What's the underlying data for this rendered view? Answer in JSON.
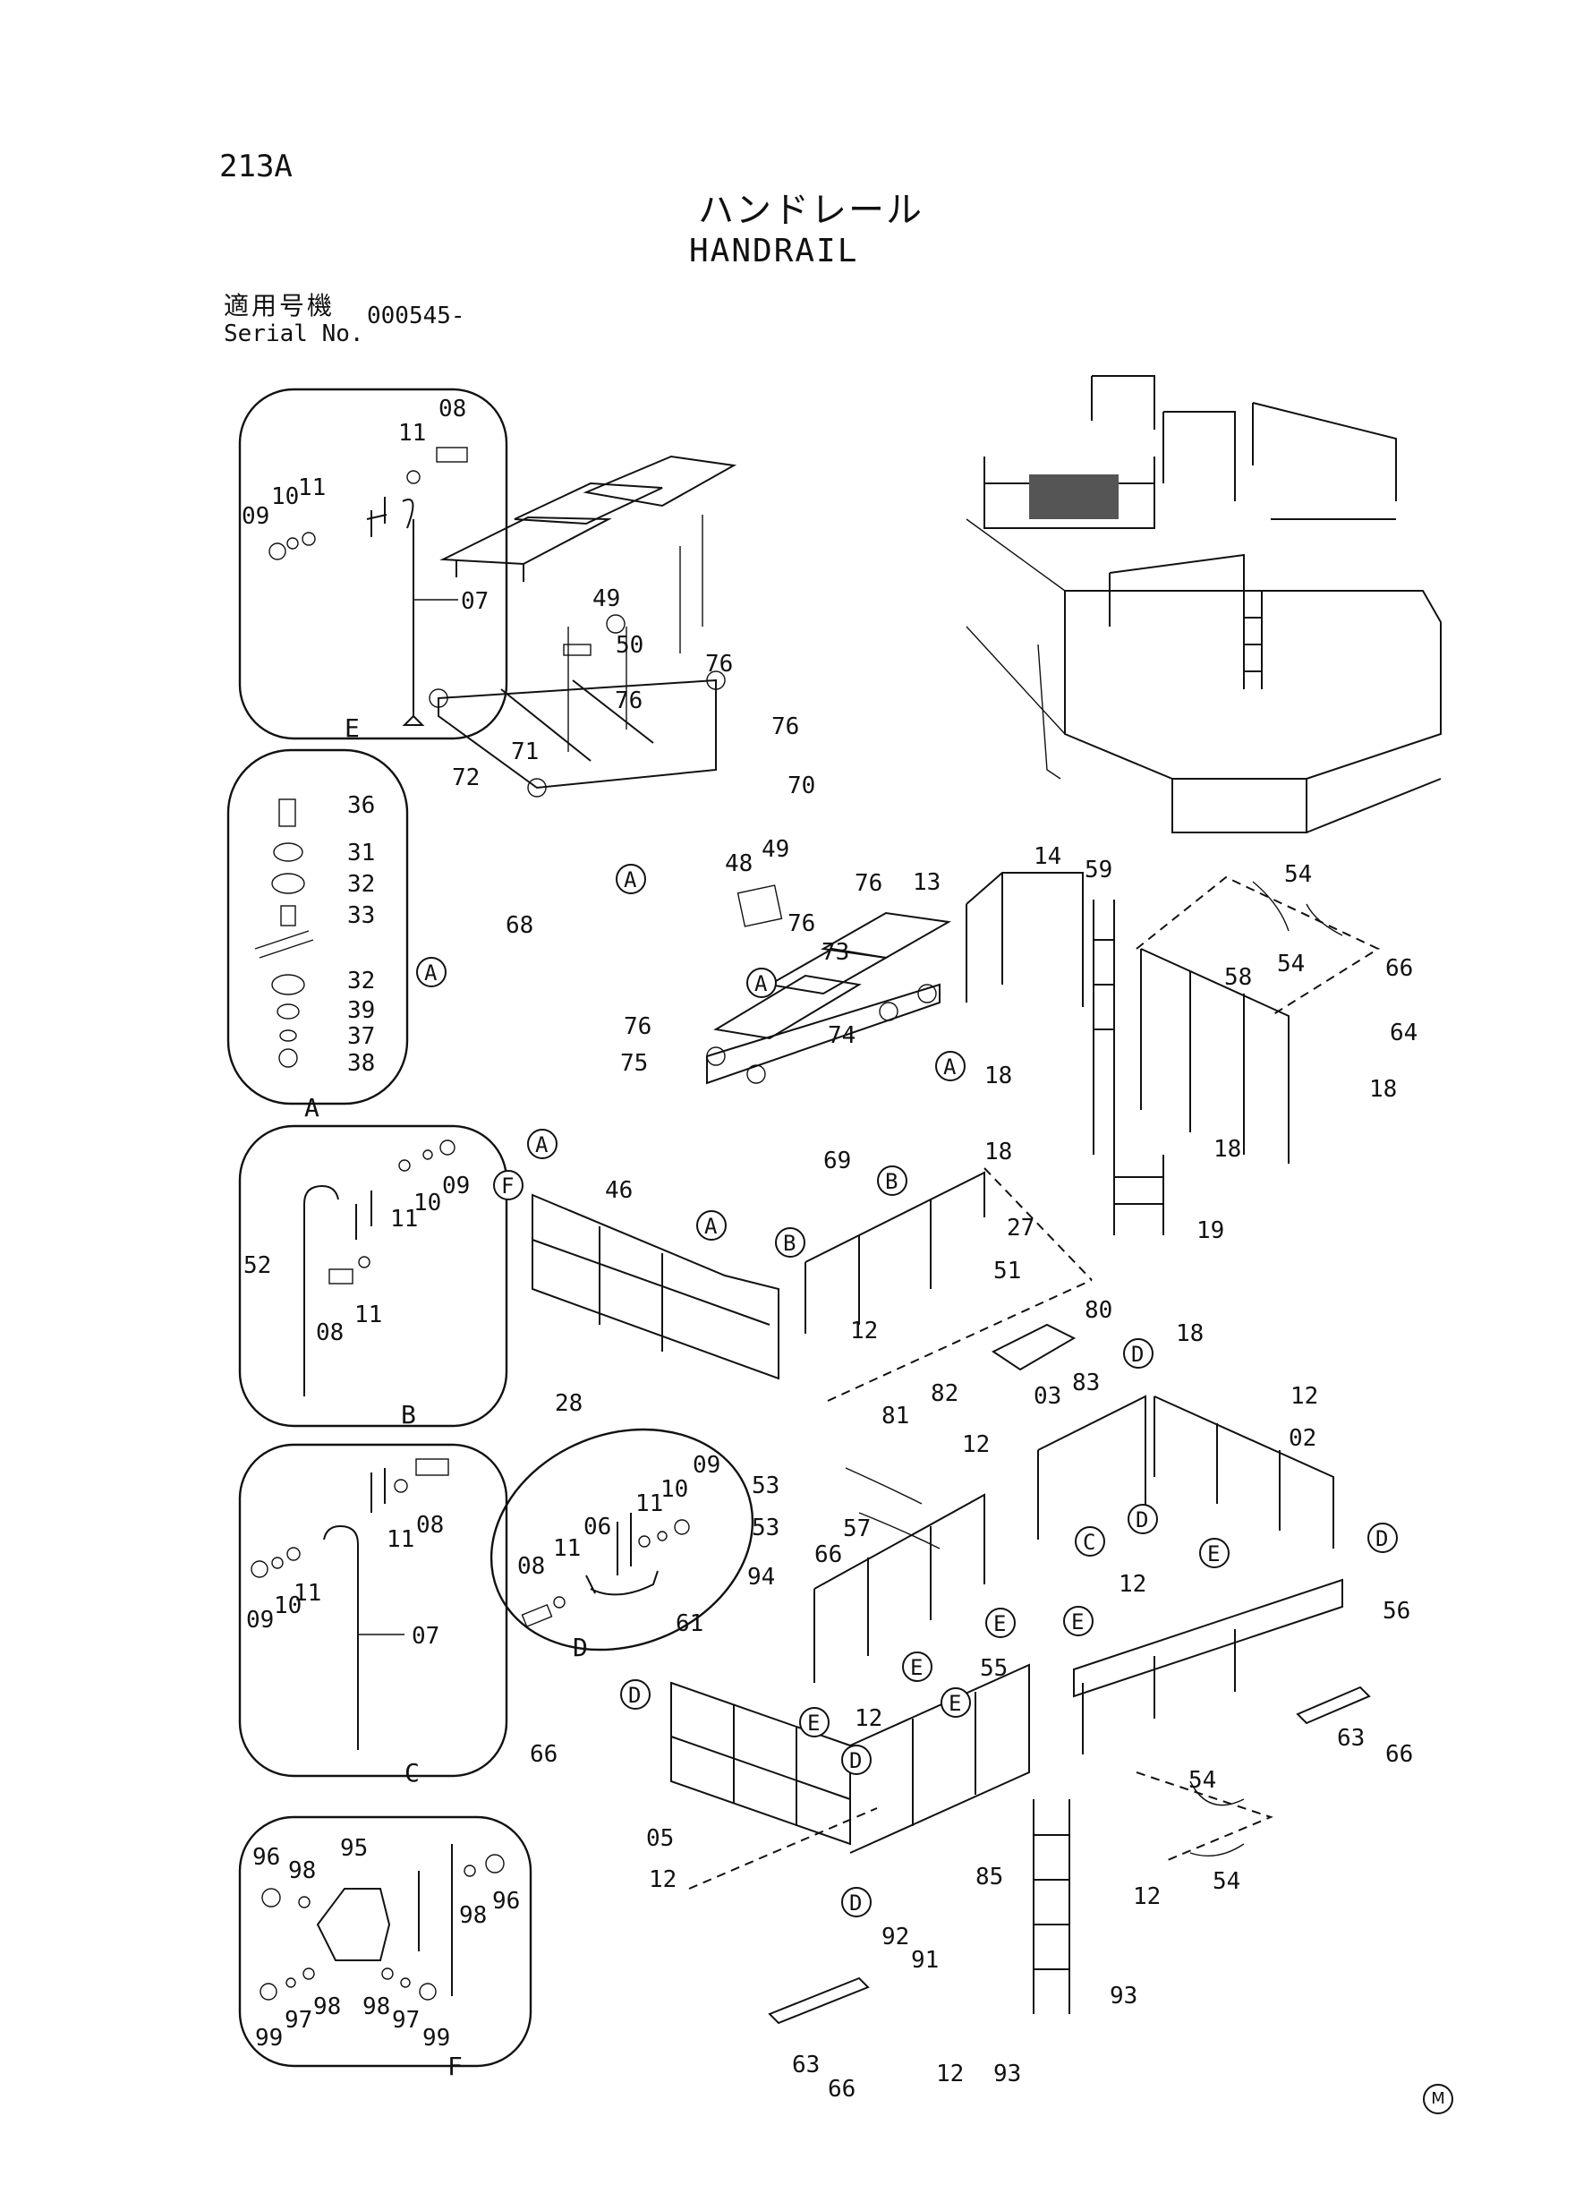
{
  "header": {
    "page_code": "213A",
    "title_jp": "ハンドレール",
    "title_en": "HANDRAIL",
    "serial_label_jp": "適用号機",
    "serial_label_en": "Serial No.",
    "serial_value": "000545-",
    "corner_mark": "M"
  },
  "detail_labels": {
    "E_top": "E",
    "A": "A",
    "B": "B",
    "C": "C",
    "D": "D",
    "F": "F"
  },
  "detail_refs": [
    "A",
    "B",
    "C",
    "D",
    "E",
    "F"
  ],
  "part_numbers": {
    "p08a": "08",
    "p11a": "11",
    "p11b": "11",
    "p10a": "10",
    "p09a": "09",
    "p07a": "07",
    "p36": "36",
    "p31": "31",
    "p32a": "32",
    "p33": "33",
    "p32b": "32",
    "p39": "39",
    "p37": "37",
    "p38": "38",
    "p09b": "09",
    "p10b": "10",
    "p11c": "11",
    "p52": "52",
    "p08b": "08",
    "p11d": "11",
    "p08c": "08",
    "p11e": "11",
    "p09c": "09",
    "p10c": "10",
    "p11f": "11",
    "p07b": "07",
    "p96a": "96",
    "p98a": "98",
    "p95": "95",
    "p96b": "96",
    "p98b": "98",
    "p99a": "99",
    "p97a": "97",
    "p98c": "98",
    "p98d": "98",
    "p97b": "97",
    "p99b": "99",
    "p49a": "49",
    "p50": "50",
    "p76a": "76",
    "p76b": "76",
    "p76c": "76",
    "p71": "71",
    "p72": "72",
    "p70": "70",
    "p68": "68",
    "p48": "48",
    "p49b": "49",
    "p76d": "76",
    "p76e": "76",
    "p73": "73",
    "p76f": "76",
    "p74": "74",
    "p75": "75",
    "p69": "69",
    "p46": "46",
    "p51": "51",
    "p12a": "12",
    "p28": "28",
    "p06": "06",
    "p08d": "08",
    "p11g": "11",
    "p11h": "11",
    "p10d": "10",
    "p09d": "09",
    "p14": "14",
    "p13": "13",
    "p59": "59",
    "p54a": "54",
    "p54b": "54",
    "p58": "58",
    "p66a": "66",
    "p64": "64",
    "p18a": "18",
    "p18b": "18",
    "p18c": "18",
    "p18d": "18",
    "p27": "27",
    "p19": "19",
    "p18e": "18",
    "p80": "80",
    "p82": "82",
    "p83": "83",
    "p81": "81",
    "p03": "03",
    "p12b": "12",
    "p12c": "12",
    "p02": "02",
    "p53a": "53",
    "p53b": "53",
    "p57": "57",
    "p94": "94",
    "p66b": "66",
    "p12d": "12",
    "p56": "56",
    "p61": "61",
    "p55": "55",
    "p12e": "12",
    "p66c": "66",
    "p05": "05",
    "p12f": "12",
    "p63a": "63",
    "p66d": "66",
    "p54c": "54",
    "p54d": "54",
    "p85": "85",
    "p12g": "12",
    "p92": "92",
    "p91": "91",
    "p93a": "93",
    "p93b": "93",
    "p63b": "63",
    "p66e": "66",
    "p12h": "12"
  }
}
